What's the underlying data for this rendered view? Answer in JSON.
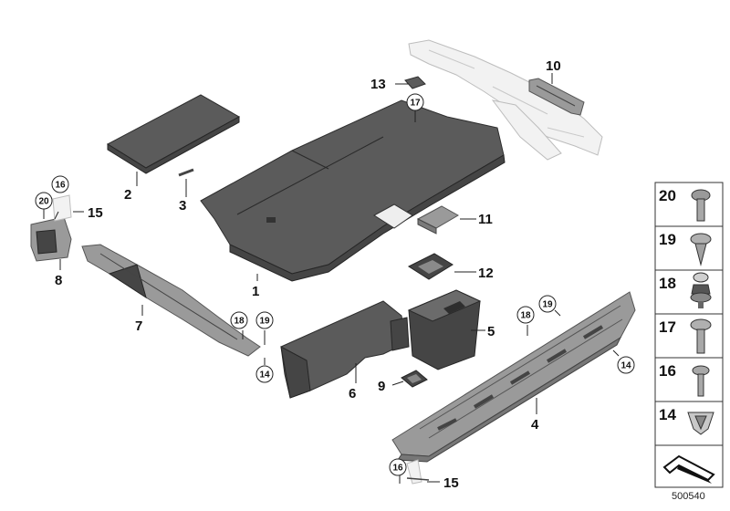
{
  "labels": {
    "l1": "1",
    "l2": "2",
    "l3": "3",
    "l4": "4",
    "l5": "5",
    "l6": "6",
    "l7": "7",
    "l8": "8",
    "l9": "9",
    "l10": "10",
    "l11": "11",
    "l12": "12",
    "l13": "13",
    "l15a": "15",
    "l15b": "15"
  },
  "circled": {
    "c17": "17",
    "c16a": "16",
    "c20": "20",
    "c18a": "18",
    "c19a": "19",
    "c14a": "14",
    "c18b": "18",
    "c19b": "19",
    "c14b": "14",
    "c16b": "16"
  },
  "legend": [
    "20",
    "19",
    "18",
    "17",
    "16",
    "14"
  ],
  "reference": "500540"
}
